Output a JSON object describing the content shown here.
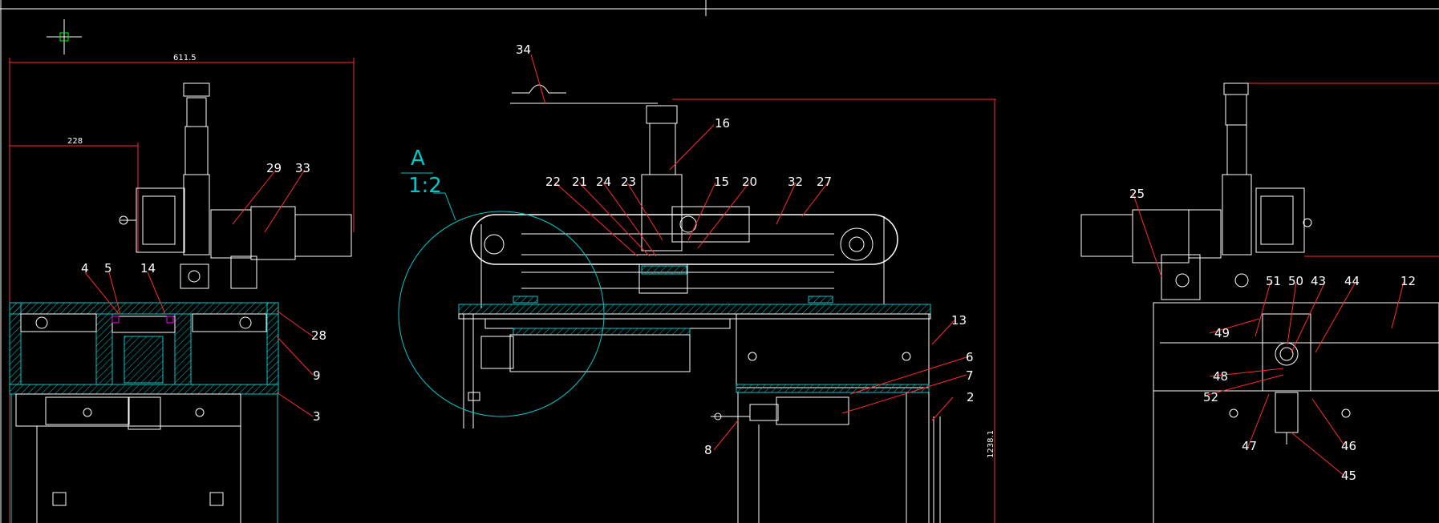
{
  "drawing": {
    "section_marker": {
      "letter": "A",
      "scale": "1:2"
    },
    "dimensions": {
      "overall_width": "611.5",
      "offset": "228",
      "height": "1238.1"
    },
    "part_labels": [
      "34",
      "16",
      "22",
      "21",
      "24",
      "23",
      "15",
      "20",
      "32",
      "27",
      "29",
      "33",
      "4",
      "5",
      "14",
      "28",
      "9",
      "3",
      "13",
      "6",
      "7",
      "2",
      "8",
      "25",
      "51",
      "50",
      "43",
      "44",
      "12",
      "49",
      "48",
      "52",
      "47",
      "46",
      "45"
    ]
  },
  "colors": {
    "background": "#000000",
    "lines": "#ffffff",
    "leaders": "#ff2a2a",
    "hatch": "#00c8c8"
  }
}
